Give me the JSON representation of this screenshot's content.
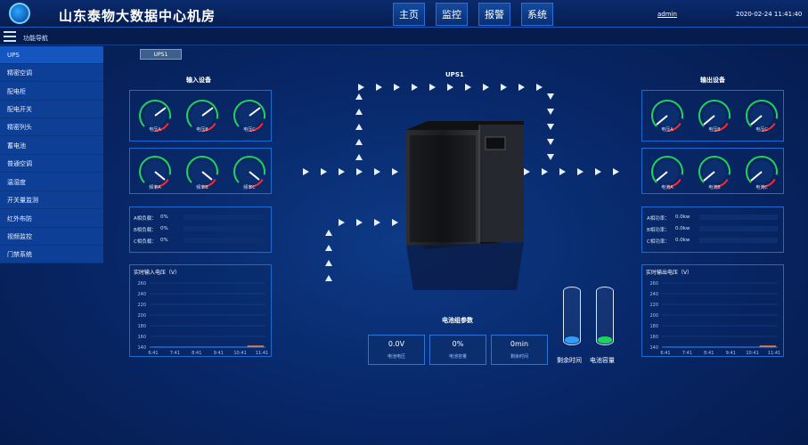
{
  "header": {
    "title": "山东泰物大数据中心机房",
    "nav": [
      "主页",
      "监控",
      "报警",
      "系统"
    ],
    "user": "admin",
    "datetime": "2020-02-24  11:41:40"
  },
  "subbar": {
    "title": "功能导航"
  },
  "sidebar": {
    "items": [
      "UPS",
      "精密空调",
      "配电柜",
      "配电开关",
      "精密列头",
      "蓄电池",
      "普通空调",
      "温湿度",
      "开关量监测",
      "红外布防",
      "视频监控",
      "门禁系统"
    ]
  },
  "device_tag": "UPS1",
  "left": {
    "title": "输入设备",
    "gauge_row1": [
      "电压A",
      "电压B",
      "电压C"
    ],
    "gauge_row2": [
      "频率A",
      "频率B",
      "频率C"
    ],
    "loads": [
      {
        "label": "A相负载：",
        "value": "0%"
      },
      {
        "label": "B相负载：",
        "value": "0%"
      },
      {
        "label": "C相负载：",
        "value": "0%"
      }
    ],
    "chart_title": "实时输入电压（V）"
  },
  "center": {
    "ups_title": "UPS1",
    "battery_title": "电池组参数",
    "params": [
      {
        "value": "0.0V",
        "label": "电池电压"
      },
      {
        "value": "0%",
        "label": "电池容量"
      },
      {
        "value": "0min",
        "label": "剩余时间"
      }
    ],
    "cylinders": [
      {
        "label": "剩余时间",
        "color": "#2f9dff"
      },
      {
        "label": "电池容量",
        "color": "#1fd45a"
      }
    ]
  },
  "right": {
    "title": "输出设备",
    "gauge_row1": [
      "电压A",
      "电压B",
      "电压C"
    ],
    "gauge_row2": [
      "电流A",
      "电流B",
      "电流C"
    ],
    "powers": [
      {
        "label": "A相功率：",
        "value": "0.0kw"
      },
      {
        "label": "B相功率：",
        "value": "0.0kw"
      },
      {
        "label": "C相功率：",
        "value": "0.0kw"
      }
    ],
    "chart_title": "实时输出电压（V）"
  },
  "chart_data": [
    {
      "type": "line",
      "title": "实时输入电压（V）",
      "x": [
        "6:41",
        "7:41",
        "8:41",
        "9:41",
        "10:41",
        "11:41"
      ],
      "yticks": [
        140,
        160,
        180,
        200,
        220,
        240,
        260
      ],
      "ylim": [
        140,
        260
      ],
      "values": [
        140,
        140,
        140,
        140,
        140,
        140
      ]
    },
    {
      "type": "line",
      "title": "实时输出电压（V）",
      "x": [
        "6:41",
        "7:41",
        "8:41",
        "9:41",
        "10:41",
        "11:41"
      ],
      "yticks": [
        140,
        160,
        180,
        200,
        220,
        240,
        260
      ],
      "ylim": [
        140,
        260
      ],
      "values": [
        140,
        140,
        140,
        140,
        140,
        140
      ]
    }
  ]
}
